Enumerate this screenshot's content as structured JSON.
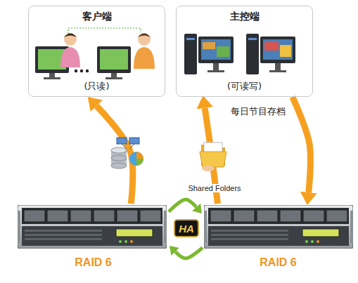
{
  "diagram": {
    "nodes": [
      {
        "text": [
          "客户端",
          "(只读)"
        ]
      },
      {
        "text": [
          "主控端",
          "(可读写)"
        ]
      },
      {
        "text": [
          "RAID 6"
        ]
      },
      {
        "text": [
          "RAID 6"
        ]
      }
    ],
    "edges": [
      {
        "from": 2,
        "to": 0,
        "arrow": "to"
      },
      {
        "from": 3,
        "to": 1,
        "arrow": "to",
        "label": "Shared Folders"
      },
      {
        "from": 1,
        "to": 3,
        "arrow": "to",
        "label": "每日节目存档"
      },
      {
        "from": 2,
        "to": 3,
        "arrow": "to"
      },
      {
        "from": 3,
        "to": 2,
        "arrow": "to"
      }
    ],
    "labels": [
      "HA"
    ]
  }
}
